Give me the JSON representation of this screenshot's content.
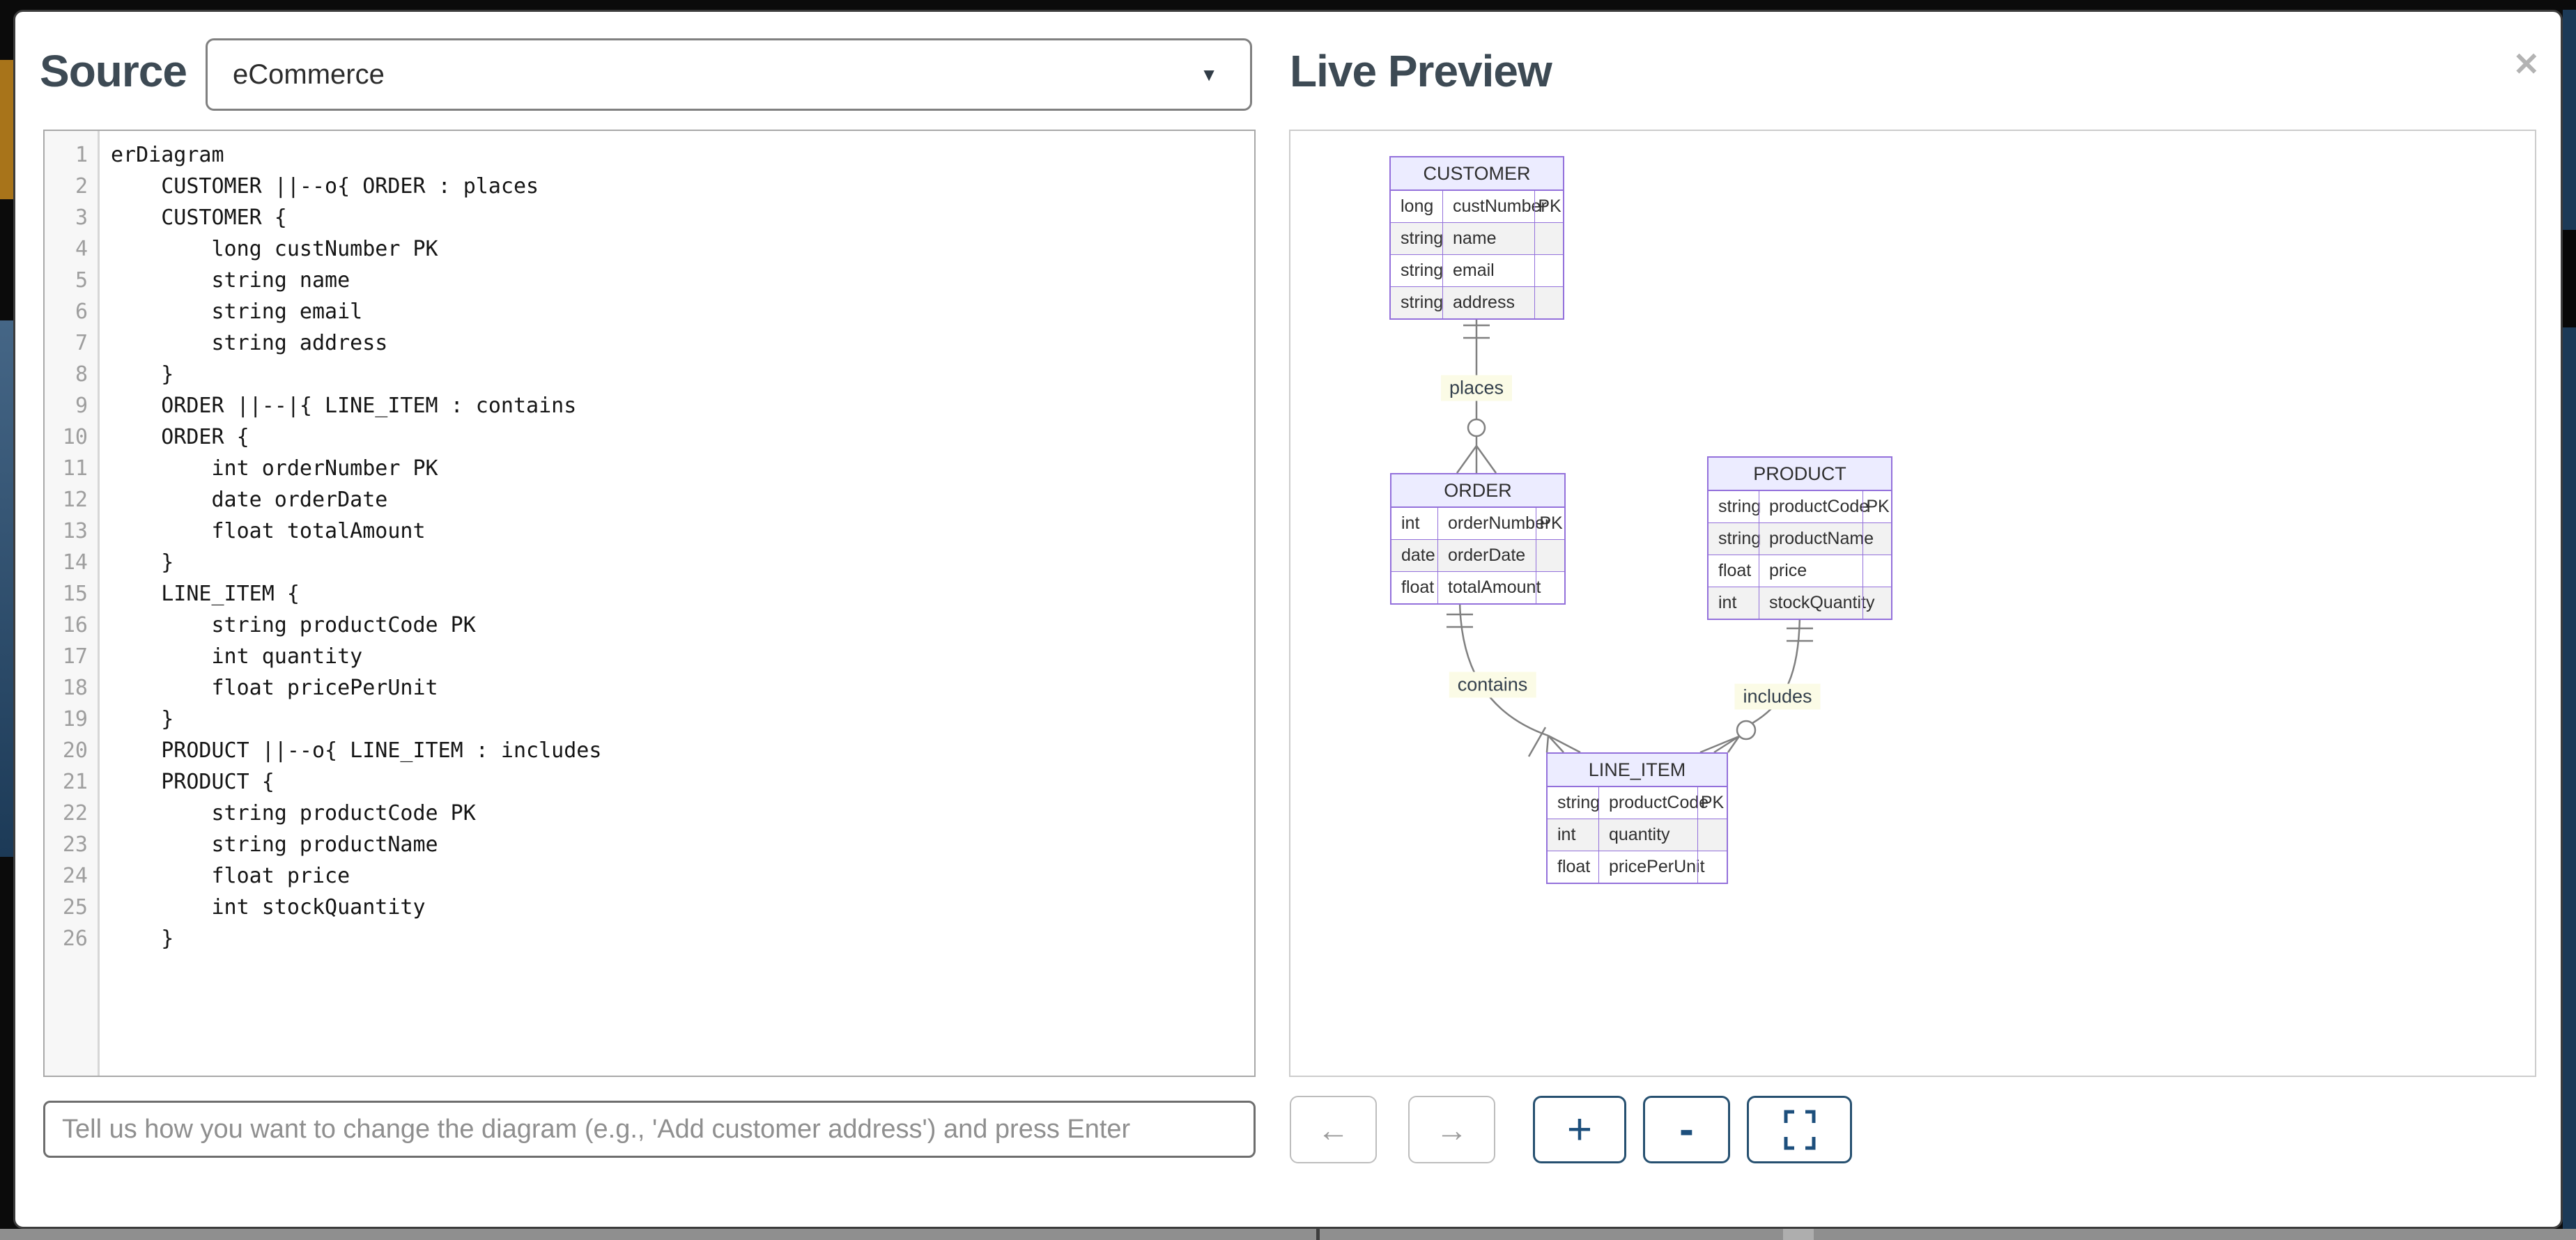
{
  "icons": {
    "close": "✕",
    "caret": "▼",
    "back": "←",
    "forward": "→",
    "zoom_in": "+",
    "zoom_out": "-"
  },
  "source": {
    "label": "Source",
    "selected": "eCommerce"
  },
  "prompt": {
    "placeholder": "Tell us how you want to change the diagram (e.g., 'Add customer address') and press Enter"
  },
  "editor": {
    "lines": [
      {
        "num": "1",
        "text": "erDiagram"
      },
      {
        "num": "2",
        "text": "    CUSTOMER ||--o{ ORDER : places"
      },
      {
        "num": "3",
        "text": "    CUSTOMER {"
      },
      {
        "num": "4",
        "text": "        long custNumber PK"
      },
      {
        "num": "5",
        "text": "        string name"
      },
      {
        "num": "6",
        "text": "        string email"
      },
      {
        "num": "7",
        "text": "        string address"
      },
      {
        "num": "8",
        "text": "    }"
      },
      {
        "num": "9",
        "text": "    ORDER ||--|{ LINE_ITEM : contains"
      },
      {
        "num": "10",
        "text": "    ORDER {"
      },
      {
        "num": "11",
        "text": "        int orderNumber PK"
      },
      {
        "num": "12",
        "text": "        date orderDate"
      },
      {
        "num": "13",
        "text": "        float totalAmount"
      },
      {
        "num": "14",
        "text": "    }"
      },
      {
        "num": "15",
        "text": "    LINE_ITEM {"
      },
      {
        "num": "16",
        "text": "        string productCode PK"
      },
      {
        "num": "17",
        "text": "        int quantity"
      },
      {
        "num": "18",
        "text": "        float pricePerUnit"
      },
      {
        "num": "19",
        "text": "    }"
      },
      {
        "num": "20",
        "text": "    PRODUCT ||--o{ LINE_ITEM : includes"
      },
      {
        "num": "21",
        "text": "    PRODUCT {"
      },
      {
        "num": "22",
        "text": "        string productCode PK"
      },
      {
        "num": "23",
        "text": "        string productName"
      },
      {
        "num": "24",
        "text": "        float price"
      },
      {
        "num": "25",
        "text": "        int stockQuantity"
      },
      {
        "num": "26",
        "text": "    }"
      }
    ]
  },
  "preview": {
    "title": "Live Preview",
    "entities": [
      {
        "name": "CUSTOMER",
        "rows": [
          {
            "type": "long",
            "attr": "custNumber",
            "key": "PK"
          },
          {
            "type": "string",
            "attr": "name",
            "key": ""
          },
          {
            "type": "string",
            "attr": "email",
            "key": ""
          },
          {
            "type": "string",
            "attr": "address",
            "key": ""
          }
        ]
      },
      {
        "name": "ORDER",
        "rows": [
          {
            "type": "int",
            "attr": "orderNumber",
            "key": "PK"
          },
          {
            "type": "date",
            "attr": "orderDate",
            "key": ""
          },
          {
            "type": "float",
            "attr": "totalAmount",
            "key": ""
          }
        ]
      },
      {
        "name": "PRODUCT",
        "rows": [
          {
            "type": "string",
            "attr": "productCode",
            "key": "PK"
          },
          {
            "type": "string",
            "attr": "productName",
            "key": ""
          },
          {
            "type": "float",
            "attr": "price",
            "key": ""
          },
          {
            "type": "int",
            "attr": "stockQuantity",
            "key": ""
          }
        ]
      },
      {
        "name": "LINE_ITEM",
        "rows": [
          {
            "type": "string",
            "attr": "productCode",
            "key": "PK"
          },
          {
            "type": "int",
            "attr": "quantity",
            "key": ""
          },
          {
            "type": "float",
            "attr": "pricePerUnit",
            "key": ""
          }
        ]
      }
    ],
    "relationships": [
      {
        "label": "places"
      },
      {
        "label": "contains"
      },
      {
        "label": "includes"
      }
    ]
  },
  "colors": {
    "accent_navy": "#1d4f7c",
    "entity_border": "#9370db",
    "entity_header_fill": "#ececff",
    "row_alt_fill": "#f2f2f2",
    "relation_line": "#808080",
    "relation_label_bg": "#fbfbe6",
    "heading": "#3d4a54"
  }
}
